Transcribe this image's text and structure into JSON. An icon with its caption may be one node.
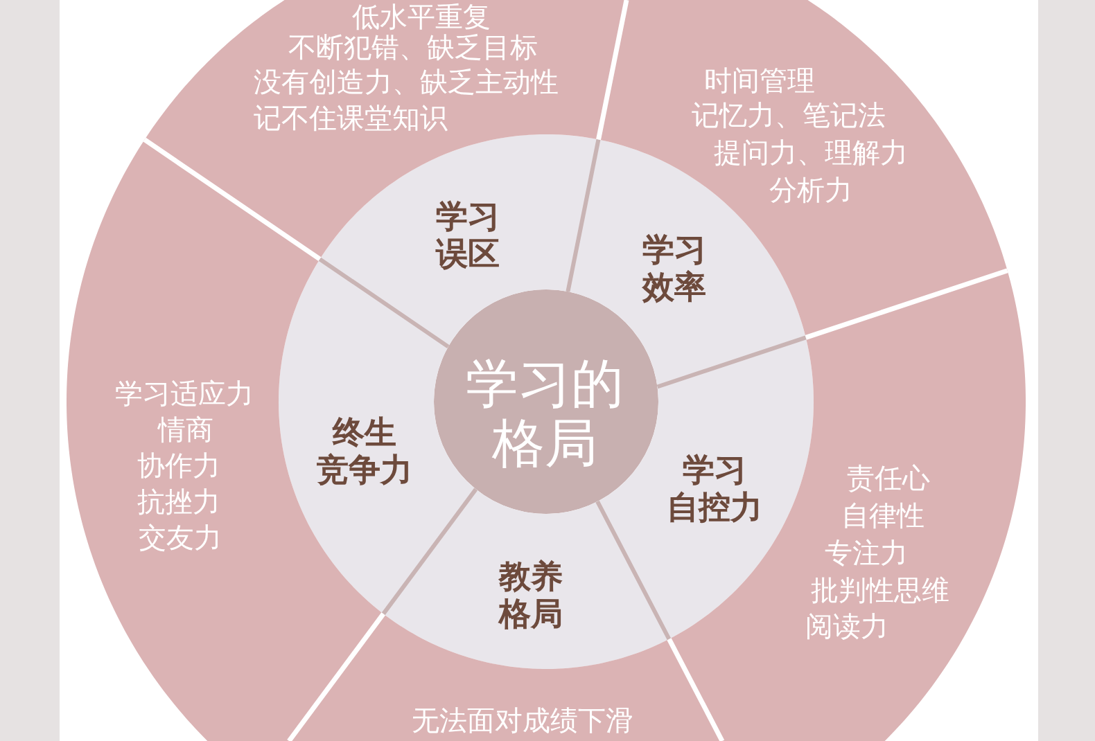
{
  "diagram": {
    "nodes": [
      {
        "text": [
          "学习的格局"
        ]
      },
      {
        "text": [
          "学习误区"
        ]
      },
      {
        "text": [
          "学习效率"
        ]
      },
      {
        "text": [
          "学习自控力"
        ]
      },
      {
        "text": [
          "教养格局"
        ]
      },
      {
        "text": [
          "终生竞争力"
        ]
      },
      {
        "text": [
          "低水平重复",
          "不断犯错、缺乏目标",
          "没有创造力、缺乏主动性",
          "记不住课堂知识"
        ]
      },
      {
        "text": [
          "时间管理",
          "记忆力、笔记法",
          "提问力、理解力",
          "分析力"
        ]
      },
      {
        "text": [
          "责任心",
          "自律性",
          "专注力",
          "批判性思维",
          "阅读力"
        ]
      },
      {
        "text": [
          "无法面对成绩下滑"
        ]
      },
      {
        "text": [
          "学习适应力",
          "情商",
          "协作力",
          "抗挫力",
          "交友力"
        ]
      }
    ]
  }
}
